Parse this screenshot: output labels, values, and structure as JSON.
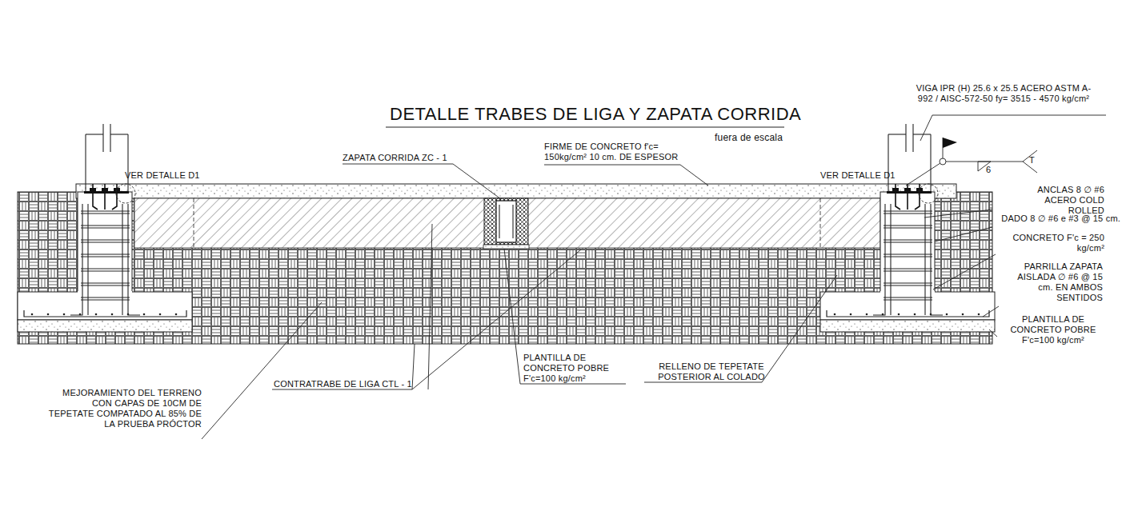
{
  "diagram": {
    "title": "DETALLE TRABES DE LIGA Y ZAPATA CORRIDA",
    "labels": [
      "fuera de escala",
      "VIGA IPR (H) 25.6 x 25.5 ACERO ASTM A-992 / AISC-572-50 fy= 3515 - 4570 kg/cm²",
      "FIRME DE CONCRETO f'c= 150kg/cm² 10 cm. DE ESPESOR",
      "ZAPATA CORRIDA ZC - 1",
      "VER DETALLE D1",
      "VER DETALLE D1",
      "6",
      "T",
      "ANCLAS 8 ∅ #6 ACERO COLD ROLLED",
      "DADO 8 ∅ #6 e #3 @ 15 cm.",
      "CONCRETO F'c = 250 kg/cm²",
      "PARRILLA ZAPATA AISLADA ∅ #6 @ 15 cm. EN AMBOS SENTIDOS",
      "PLANTILLA DE CONCRETO POBRE F'c=100 kg/cm²",
      "PLANTILLA DE CONCRETO POBRE F'c=100 kg/cm²",
      "RELLENO DE TEPETATE POSTERIOR AL COLADO",
      "CONTRATRABE DE LIGA CTL - 1",
      "MEJORAMIENTO DEL TERRENO CON CAPAS DE 10CM DE TEPETATE COMPATADO AL 85% DE LA PRUEBA PRÓCTOR"
    ]
  }
}
